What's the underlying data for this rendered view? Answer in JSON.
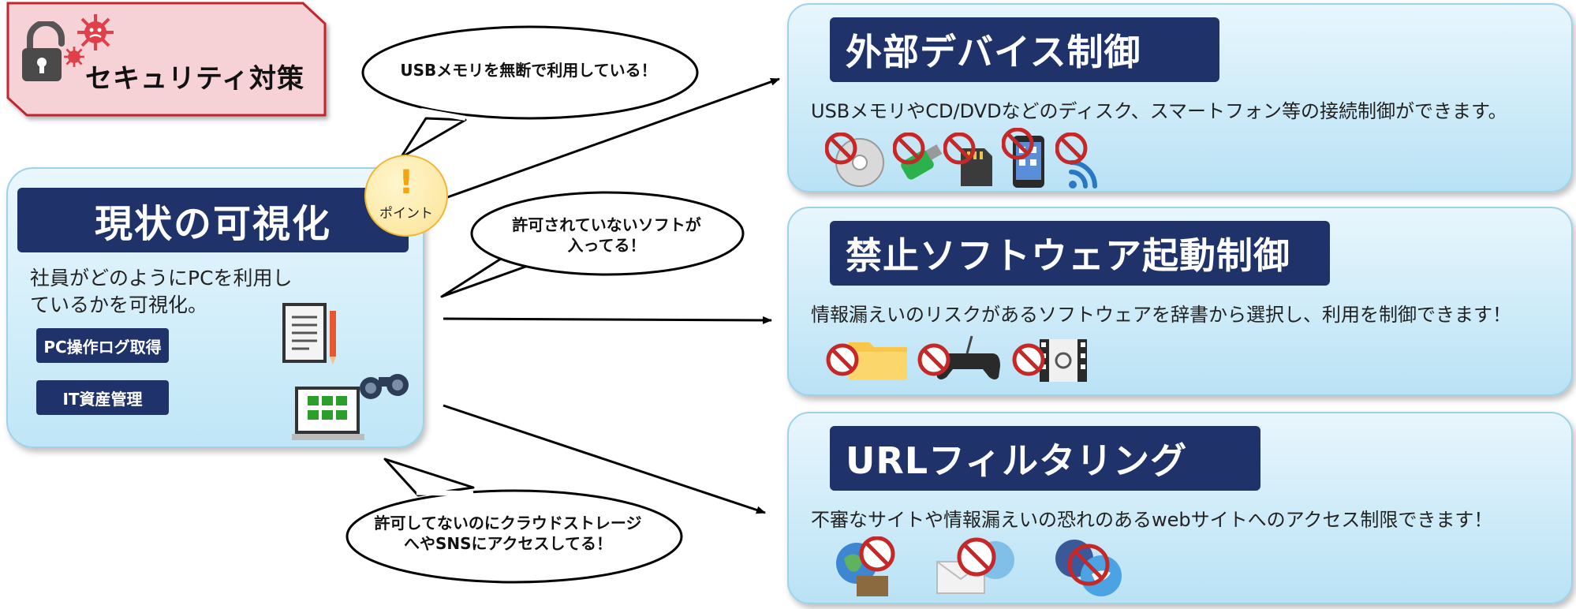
{
  "security_tag": {
    "title": "セキュリティ対策"
  },
  "left_panel": {
    "title": "現状の可視化",
    "description": "社員がどのようにPCを利用しているかを可視化。",
    "items": [
      "PC操作ログ取得",
      "IT資産管理"
    ]
  },
  "point_badge": {
    "mark": "!",
    "label": "ポイント"
  },
  "bubbles": [
    {
      "text": "USBメモリを無断で利用している！"
    },
    {
      "text": "許可されていないソフトが\n入ってる！"
    },
    {
      "text": "許可してないのにクラウドストレージ\nへやSNSにアクセスしてる！"
    }
  ],
  "panels": [
    {
      "title": "外部デバイス制御",
      "description": "USBメモリやCD/DVDなどのディスク、スマートフォン等の接続制御ができます。",
      "icons": [
        "cd-icon",
        "usb-icon",
        "sd-card-icon",
        "smartphone-icon",
        "wifi-icon"
      ]
    },
    {
      "title": "禁止ソフトウェア起動制御",
      "description": "情報漏えいのリスクがあるソフトウェアを辞書から選択し、利用を制御できます！",
      "icons": [
        "folder-icon",
        "gamepad-icon",
        "video-icon"
      ]
    },
    {
      "title": "URLフィルタリング",
      "description": "不審なサイトや情報漏えいの恐れのあるwebサイトへのアクセス制限できます！",
      "icons": [
        "cloud-storage-icon",
        "email-icon",
        "social-icon"
      ]
    }
  ],
  "colors": {
    "navy": "#1f3269",
    "panel_light": "#e8f6fd",
    "panel_dark": "#b9e2f5",
    "tag_fill": "#f6d2d6",
    "tag_border": "#c1272d",
    "ban_red": "#c62828",
    "point_orange": "#f4a311"
  }
}
